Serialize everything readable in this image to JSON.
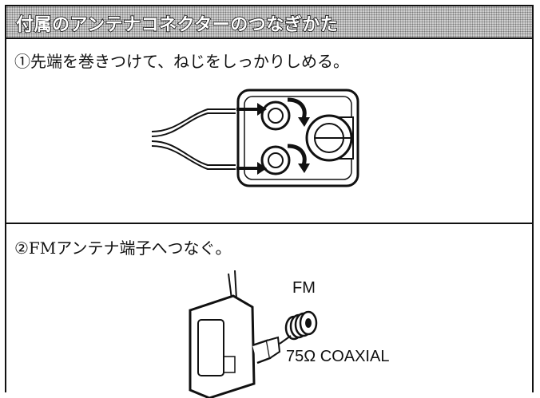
{
  "title": "付属のアンテナコネクターのつなぎかた",
  "steps": [
    {
      "text": "①先端を巻きつけて、ねじをしっかりしめる。"
    },
    {
      "text": "②FMアンテナ端子へつなぐ。"
    }
  ],
  "figure2": {
    "fm_label": "FM",
    "coaxial_label": "75Ω COAXIAL"
  }
}
